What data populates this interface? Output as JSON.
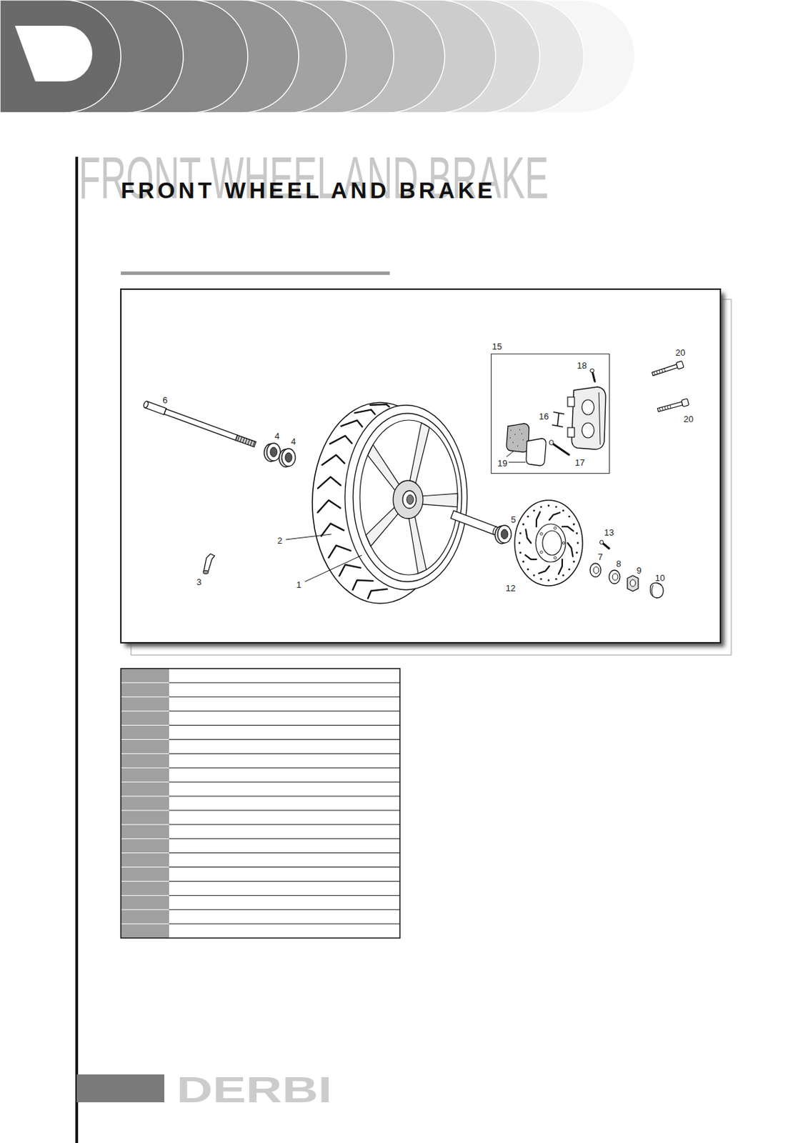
{
  "diagram": {
    "title": "FRONT WHEEL AND BRAKE",
    "nodes": [
      {
        "text": [
          "15",
          "18",
          "16",
          "19",
          "17"
        ]
      }
    ],
    "labels": [
      "FRONT WHEEL AND BRAKE",
      "6",
      "4",
      "4",
      "2",
      "1",
      "3",
      "5",
      "12",
      "13",
      "7",
      "8",
      "9",
      "10",
      "20",
      "20",
      "DERBI"
    ]
  }
}
